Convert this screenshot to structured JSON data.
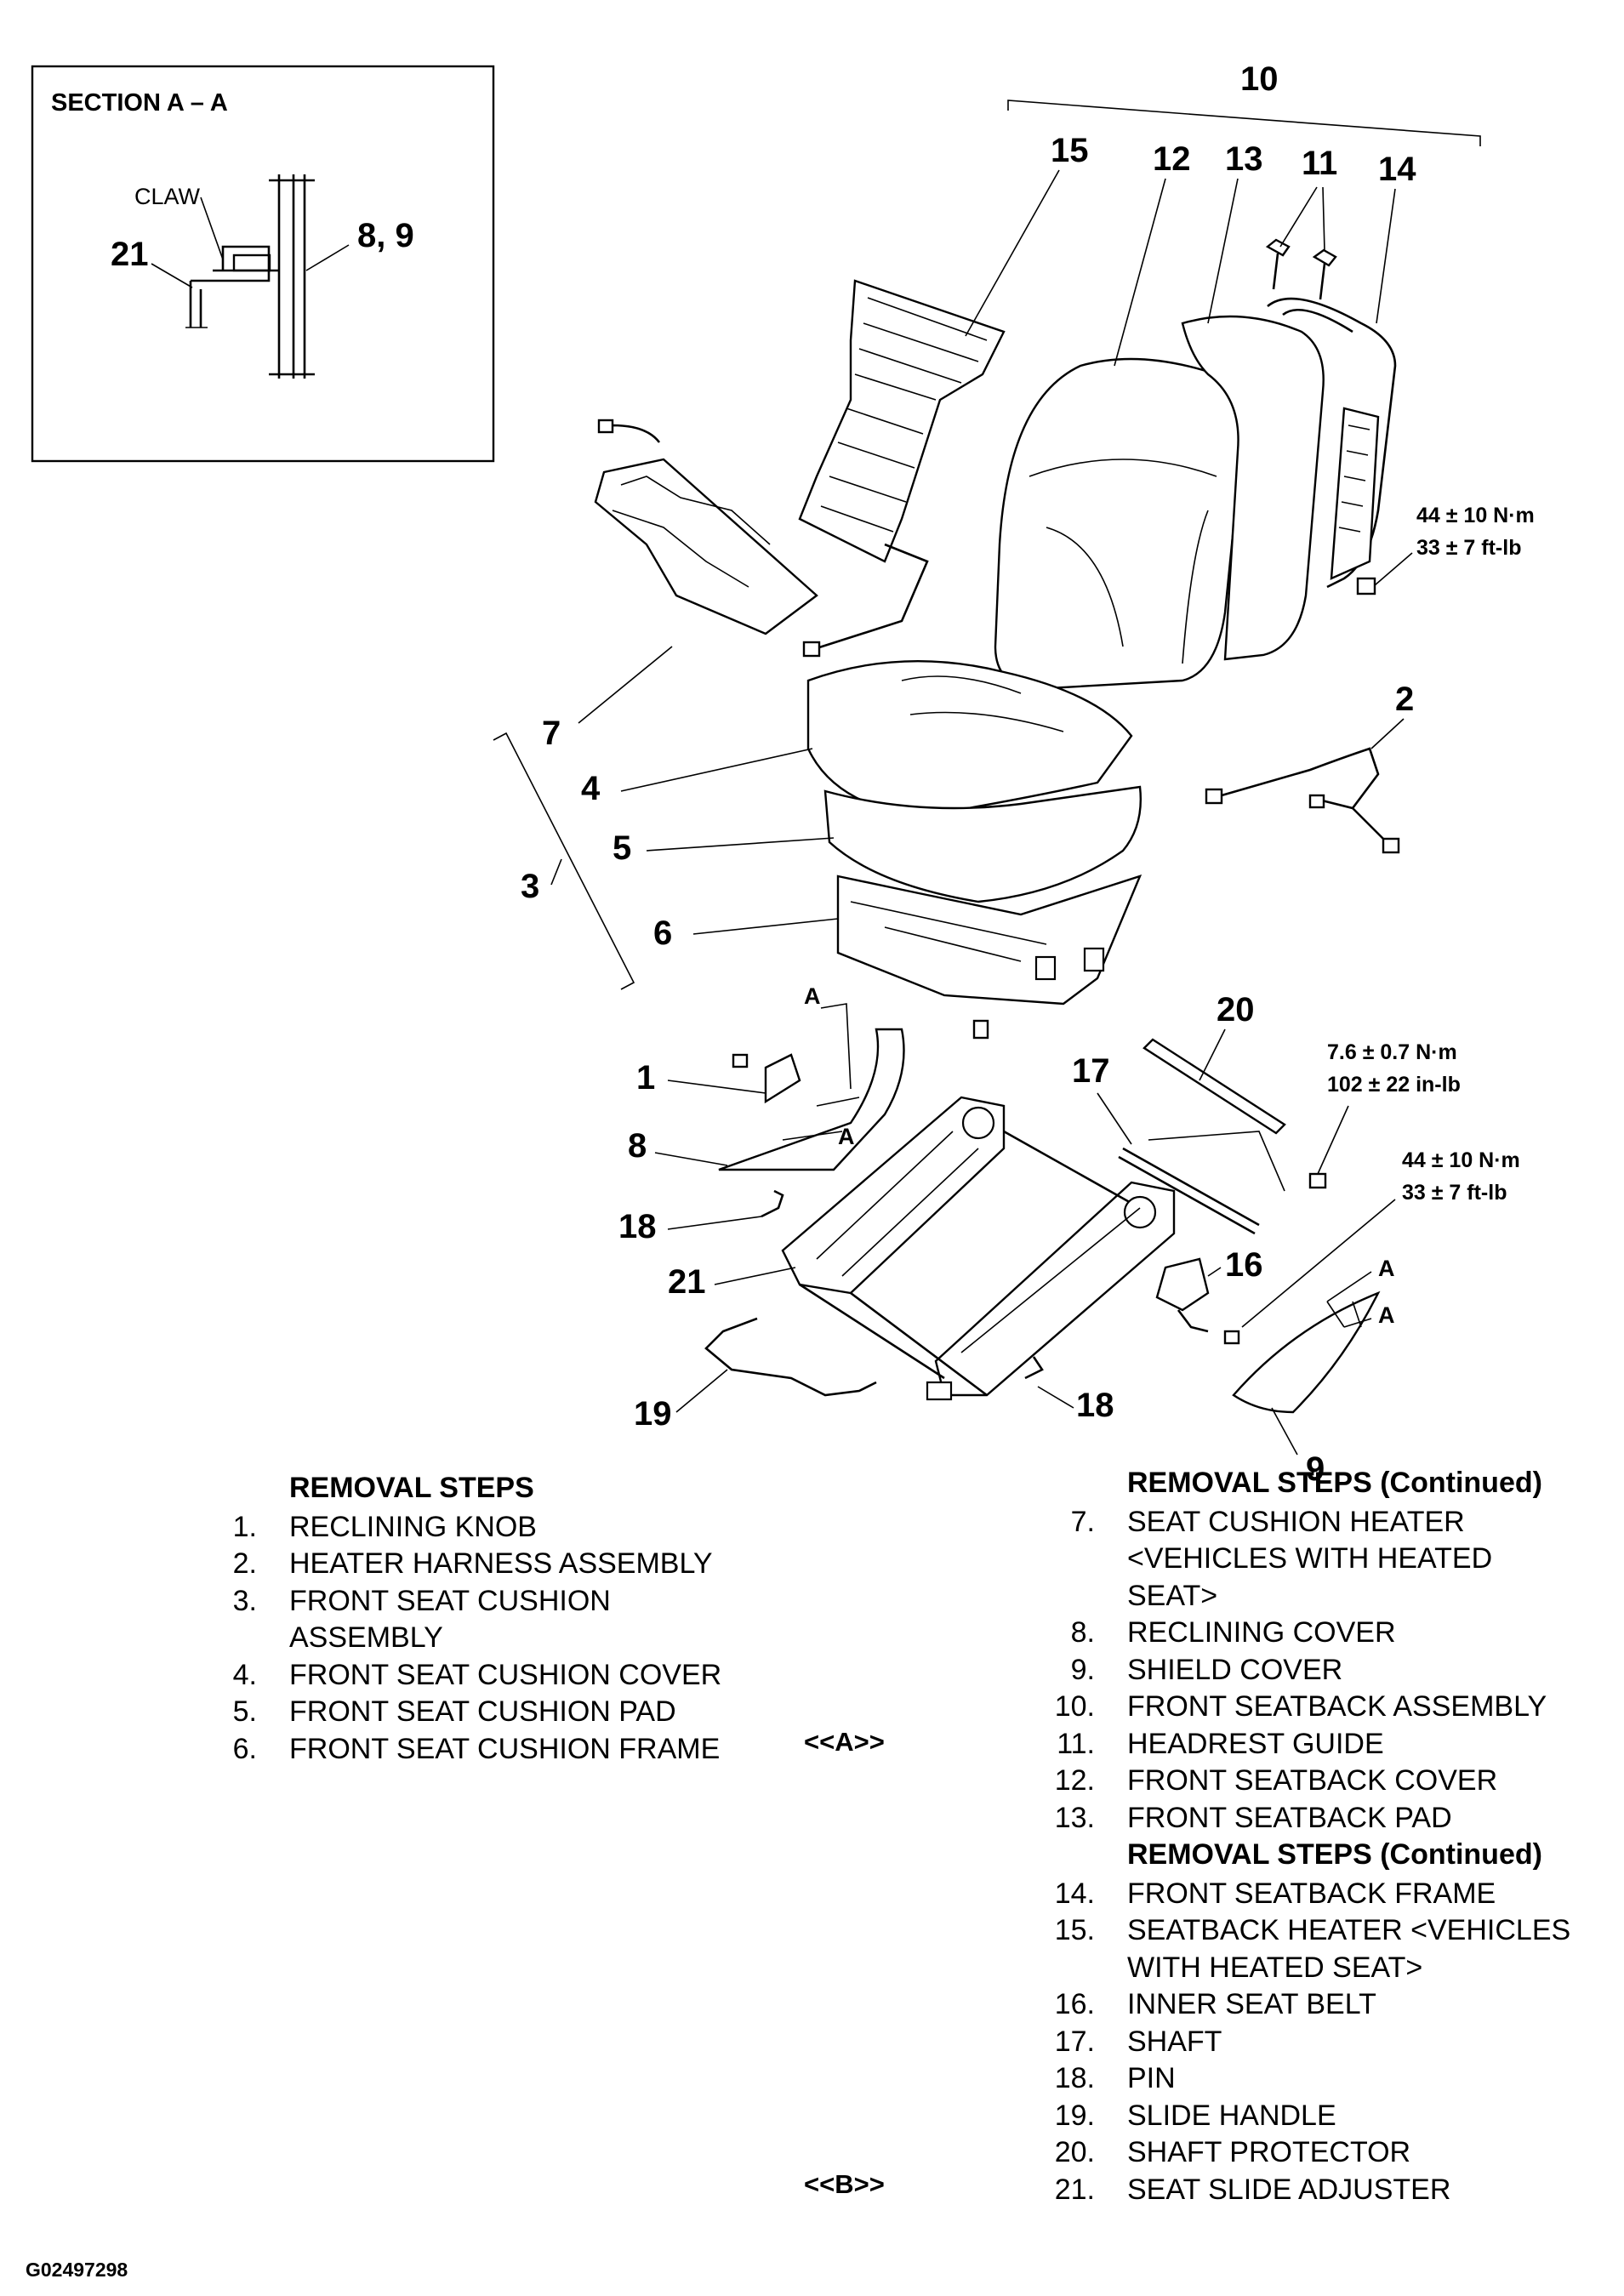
{
  "section_view": {
    "title": "SECTION A – A",
    "claw_label": "CLAW",
    "label_21": "21",
    "label_8_9": "8, 9"
  },
  "callouts": {
    "c1": "1",
    "c2": "2",
    "c3": "3",
    "c4": "4",
    "c5": "5",
    "c6": "6",
    "c7": "7",
    "c8": "8",
    "c9": "9",
    "c10": "10",
    "c11": "11",
    "c12": "12",
    "c13": "13",
    "c14": "14",
    "c15": "15",
    "c16": "16",
    "c17": "17",
    "c18a": "18",
    "c18b": "18",
    "c19": "19",
    "c20": "20",
    "c21": "21"
  },
  "view_markers": {
    "a1": "A",
    "a2": "A",
    "a3": "A",
    "a4": "A"
  },
  "torques": {
    "seatback_nm": "44 ± 10 N·m",
    "seatback_ftlb": "33 ± 7 ft-lb",
    "shaft_nm": "7.6 ± 0.7 N·m",
    "shaft_inlb": "102 ± 22 in-lb",
    "adjuster_nm": "44 ± 10 N·m",
    "adjuster_ftlb": "33 ± 7 ft-lb"
  },
  "removal_steps_left": {
    "header": "REMOVAL STEPS",
    "items": [
      {
        "num": "1.",
        "text": "RECLINING KNOB"
      },
      {
        "num": "2.",
        "text": "HEATER HARNESS ASSEMBLY"
      },
      {
        "num": "3.",
        "text": "FRONT SEAT CUSHION"
      },
      {
        "num": "",
        "text": "ASSEMBLY"
      },
      {
        "num": "4.",
        "text": "FRONT SEAT CUSHION COVER"
      },
      {
        "num": "5.",
        "text": "FRONT SEAT CUSHION PAD"
      },
      {
        "num": "6.",
        "text": "FRONT SEAT CUSHION FRAME"
      }
    ]
  },
  "removal_steps_right": {
    "header": "REMOVAL STEPS (Continued)",
    "items": [
      {
        "num": "7.",
        "text": "SEAT CUSHION HEATER"
      },
      {
        "num": "",
        "text": "<VEHICLES WITH HEATED"
      },
      {
        "num": "",
        "text": "SEAT>"
      },
      {
        "num": "8.",
        "text": "RECLINING COVER"
      },
      {
        "num": "9.",
        "text": "SHIELD COVER"
      },
      {
        "num": "10.",
        "text": "FRONT SEATBACK ASSEMBLY"
      },
      {
        "num": "11.",
        "text": "HEADREST GUIDE"
      },
      {
        "num": "12.",
        "text": "FRONT SEATBACK COVER"
      },
      {
        "num": "13.",
        "text": "FRONT SEATBACK PAD"
      }
    ]
  },
  "removal_steps_right2": {
    "header": "REMOVAL STEPS (Continued)",
    "items": [
      {
        "num": "14.",
        "text": "FRONT SEATBACK FRAME"
      },
      {
        "num": "15.",
        "text": "SEATBACK HEATER <VEHICLES"
      },
      {
        "num": "",
        "text": "WITH HEATED SEAT>"
      },
      {
        "num": "16.",
        "text": "INNER SEAT BELT"
      },
      {
        "num": "17.",
        "text": "SHAFT"
      },
      {
        "num": "18.",
        "text": "PIN"
      },
      {
        "num": "19.",
        "text": "SLIDE HANDLE"
      },
      {
        "num": "20.",
        "text": "SHAFT PROTECTOR"
      },
      {
        "num": "21.",
        "text": "SEAT SLIDE ADJUSTER"
      }
    ]
  },
  "notes": {
    "tag_a": "<<A>>",
    "tag_b": "<<B>>"
  },
  "figure_id": "G02497298"
}
